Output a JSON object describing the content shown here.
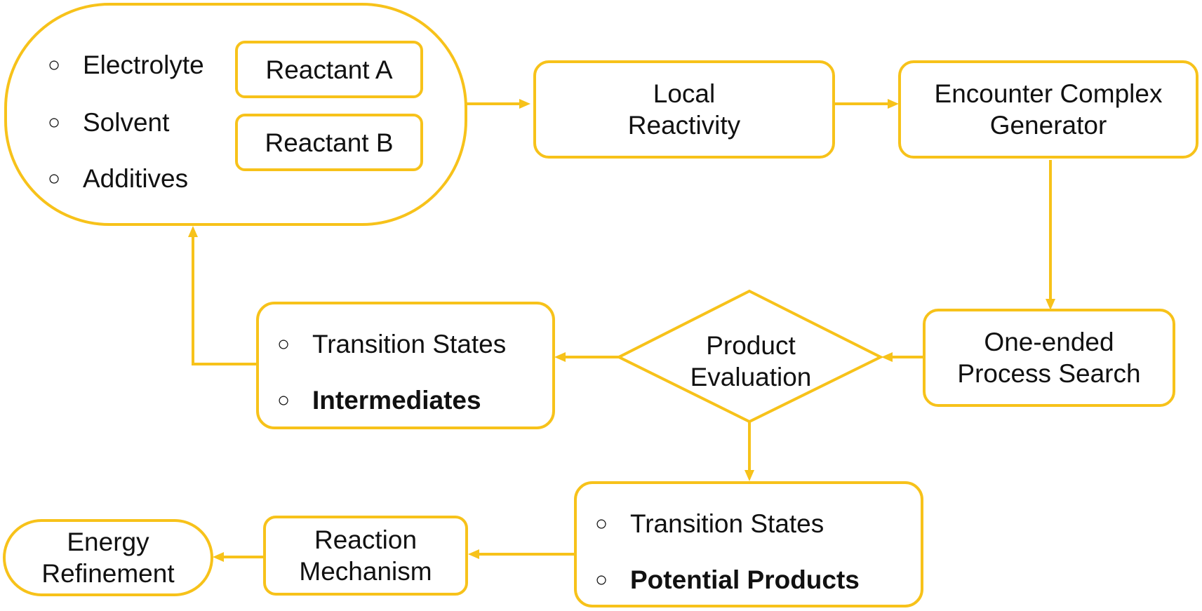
{
  "colors": {
    "accent": "#F7C21A"
  },
  "input_group": {
    "items": [
      {
        "bullet": "○",
        "label": "Electrolyte"
      },
      {
        "bullet": "○",
        "label": "Solvent"
      },
      {
        "bullet": "○",
        "label": "Additives"
      }
    ],
    "reactant_a": "Reactant A",
    "reactant_b": "Reactant B"
  },
  "local_reactivity": {
    "line1": "Local",
    "line2": "Reactivity"
  },
  "encounter_complex": {
    "line1": "Encounter Complex",
    "line2": "Generator"
  },
  "one_ended": {
    "line1": "One-ended",
    "line2": "Process Search"
  },
  "product_evaluation": {
    "line1": "Product",
    "line2": "Evaluation"
  },
  "intermediates_box": {
    "items": [
      {
        "bullet": "○",
        "label": "Transition States"
      },
      {
        "bullet": "○",
        "label": "Intermediates"
      }
    ]
  },
  "products_box": {
    "items": [
      {
        "bullet": "○",
        "label": "Transition States"
      },
      {
        "bullet": "○",
        "label": "Potential Products"
      }
    ]
  },
  "reaction_mechanism": {
    "line1": "Reaction",
    "line2": "Mechanism"
  },
  "energy_refinement": {
    "line1": "Energy",
    "line2": "Refinement"
  }
}
